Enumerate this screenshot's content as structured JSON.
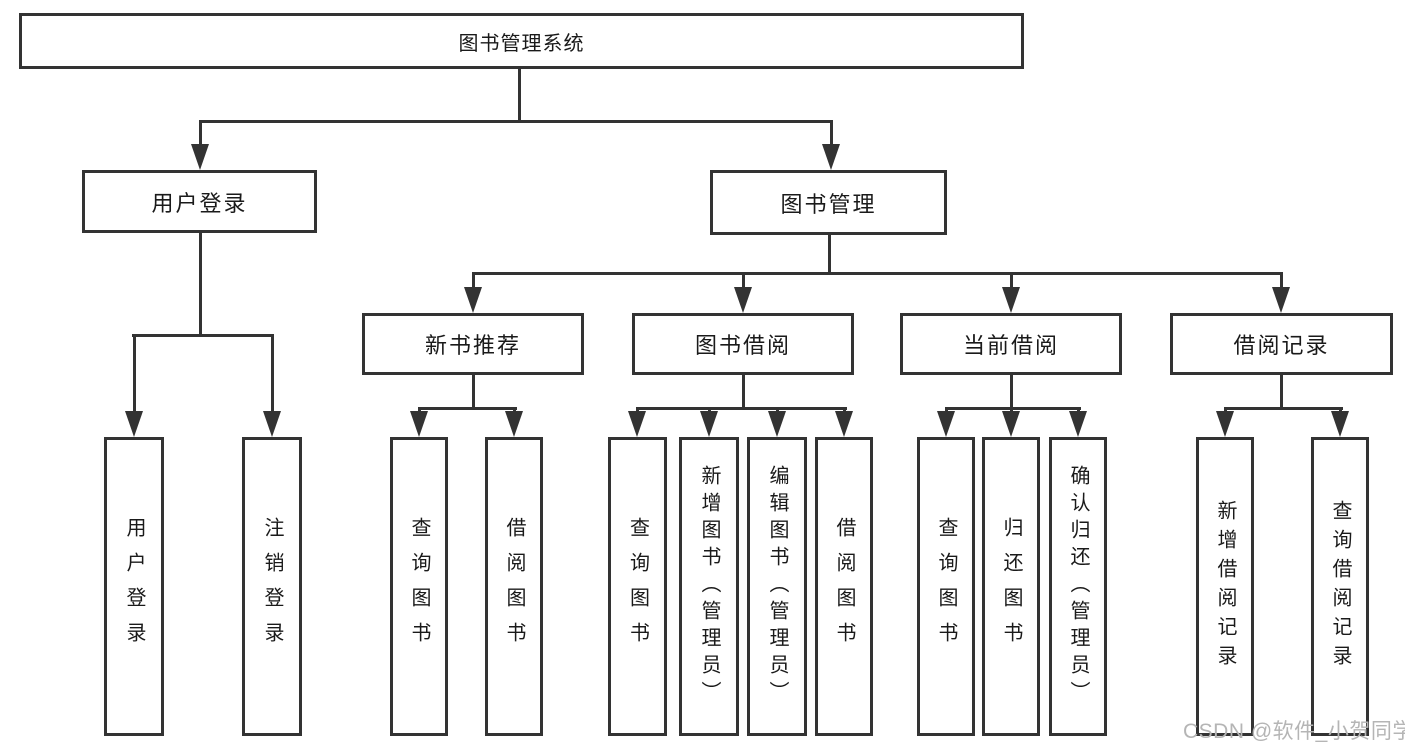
{
  "diagram": {
    "root": {
      "label": "图书管理系统"
    },
    "branches": [
      {
        "label": "用户登录",
        "children": [
          {
            "label": "用户登录"
          },
          {
            "label": "注销登录"
          }
        ]
      },
      {
        "label": "图书管理",
        "children": [
          {
            "label": "新书推荐",
            "children": [
              {
                "label": "查询图书"
              },
              {
                "label": "借阅图书"
              }
            ]
          },
          {
            "label": "图书借阅",
            "children": [
              {
                "label": "查询图书"
              },
              {
                "label": "新增图书（管理员）"
              },
              {
                "label": "编辑图书（管理员）"
              },
              {
                "label": "借阅图书"
              }
            ]
          },
          {
            "label": "当前借阅",
            "children": [
              {
                "label": "查询图书"
              },
              {
                "label": "归还图书"
              },
              {
                "label": "确认归还（管理员）"
              }
            ]
          },
          {
            "label": "借阅记录",
            "children": [
              {
                "label": "新增借阅记录"
              },
              {
                "label": "查询借阅记录"
              }
            ]
          }
        ]
      }
    ],
    "watermark": "CSDN @软件_小贺同学",
    "colors": {
      "line": "#333333",
      "text": "#1a1a1a",
      "background": "#ffffff",
      "watermark": "#b5b5b5"
    }
  }
}
